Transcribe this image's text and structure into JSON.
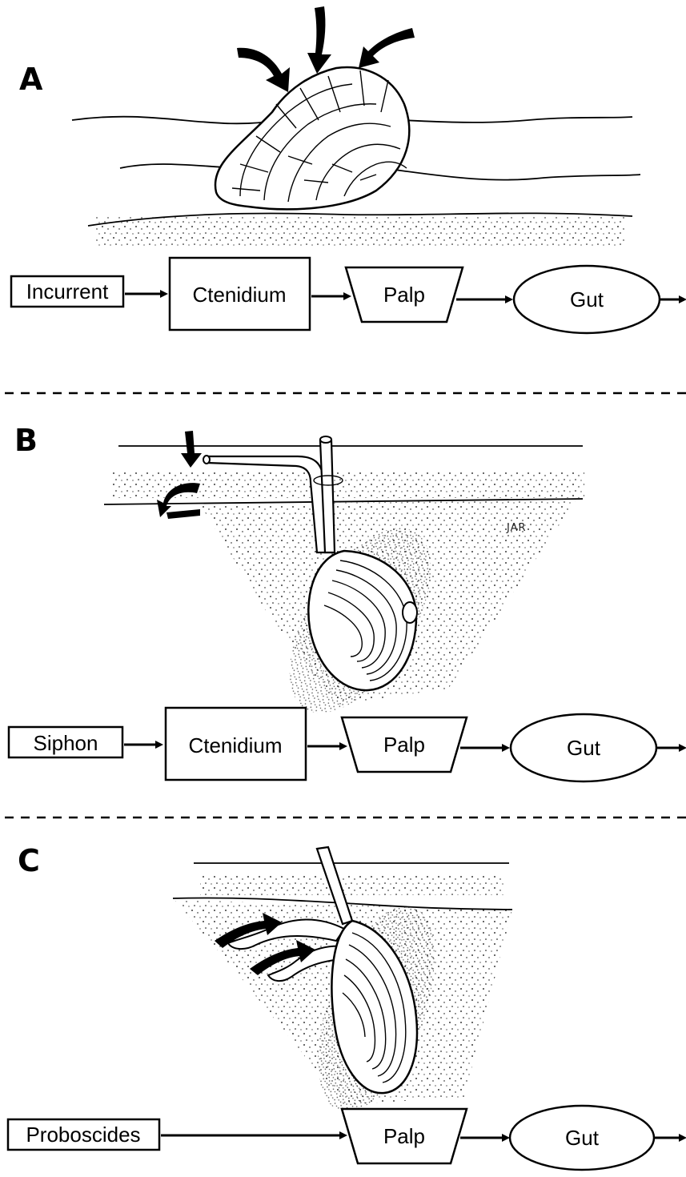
{
  "panels": [
    {
      "letter": "A",
      "flow": [
        "Incurrent",
        "Ctenidium",
        "Palp",
        "Gut"
      ]
    },
    {
      "letter": "B",
      "jar_label": "JAR",
      "flow": [
        "Siphon",
        "Ctenidium",
        "Palp",
        "Gut"
      ]
    },
    {
      "letter": "C",
      "flow": [
        "Proboscides",
        "Palp",
        "Gut"
      ]
    }
  ]
}
